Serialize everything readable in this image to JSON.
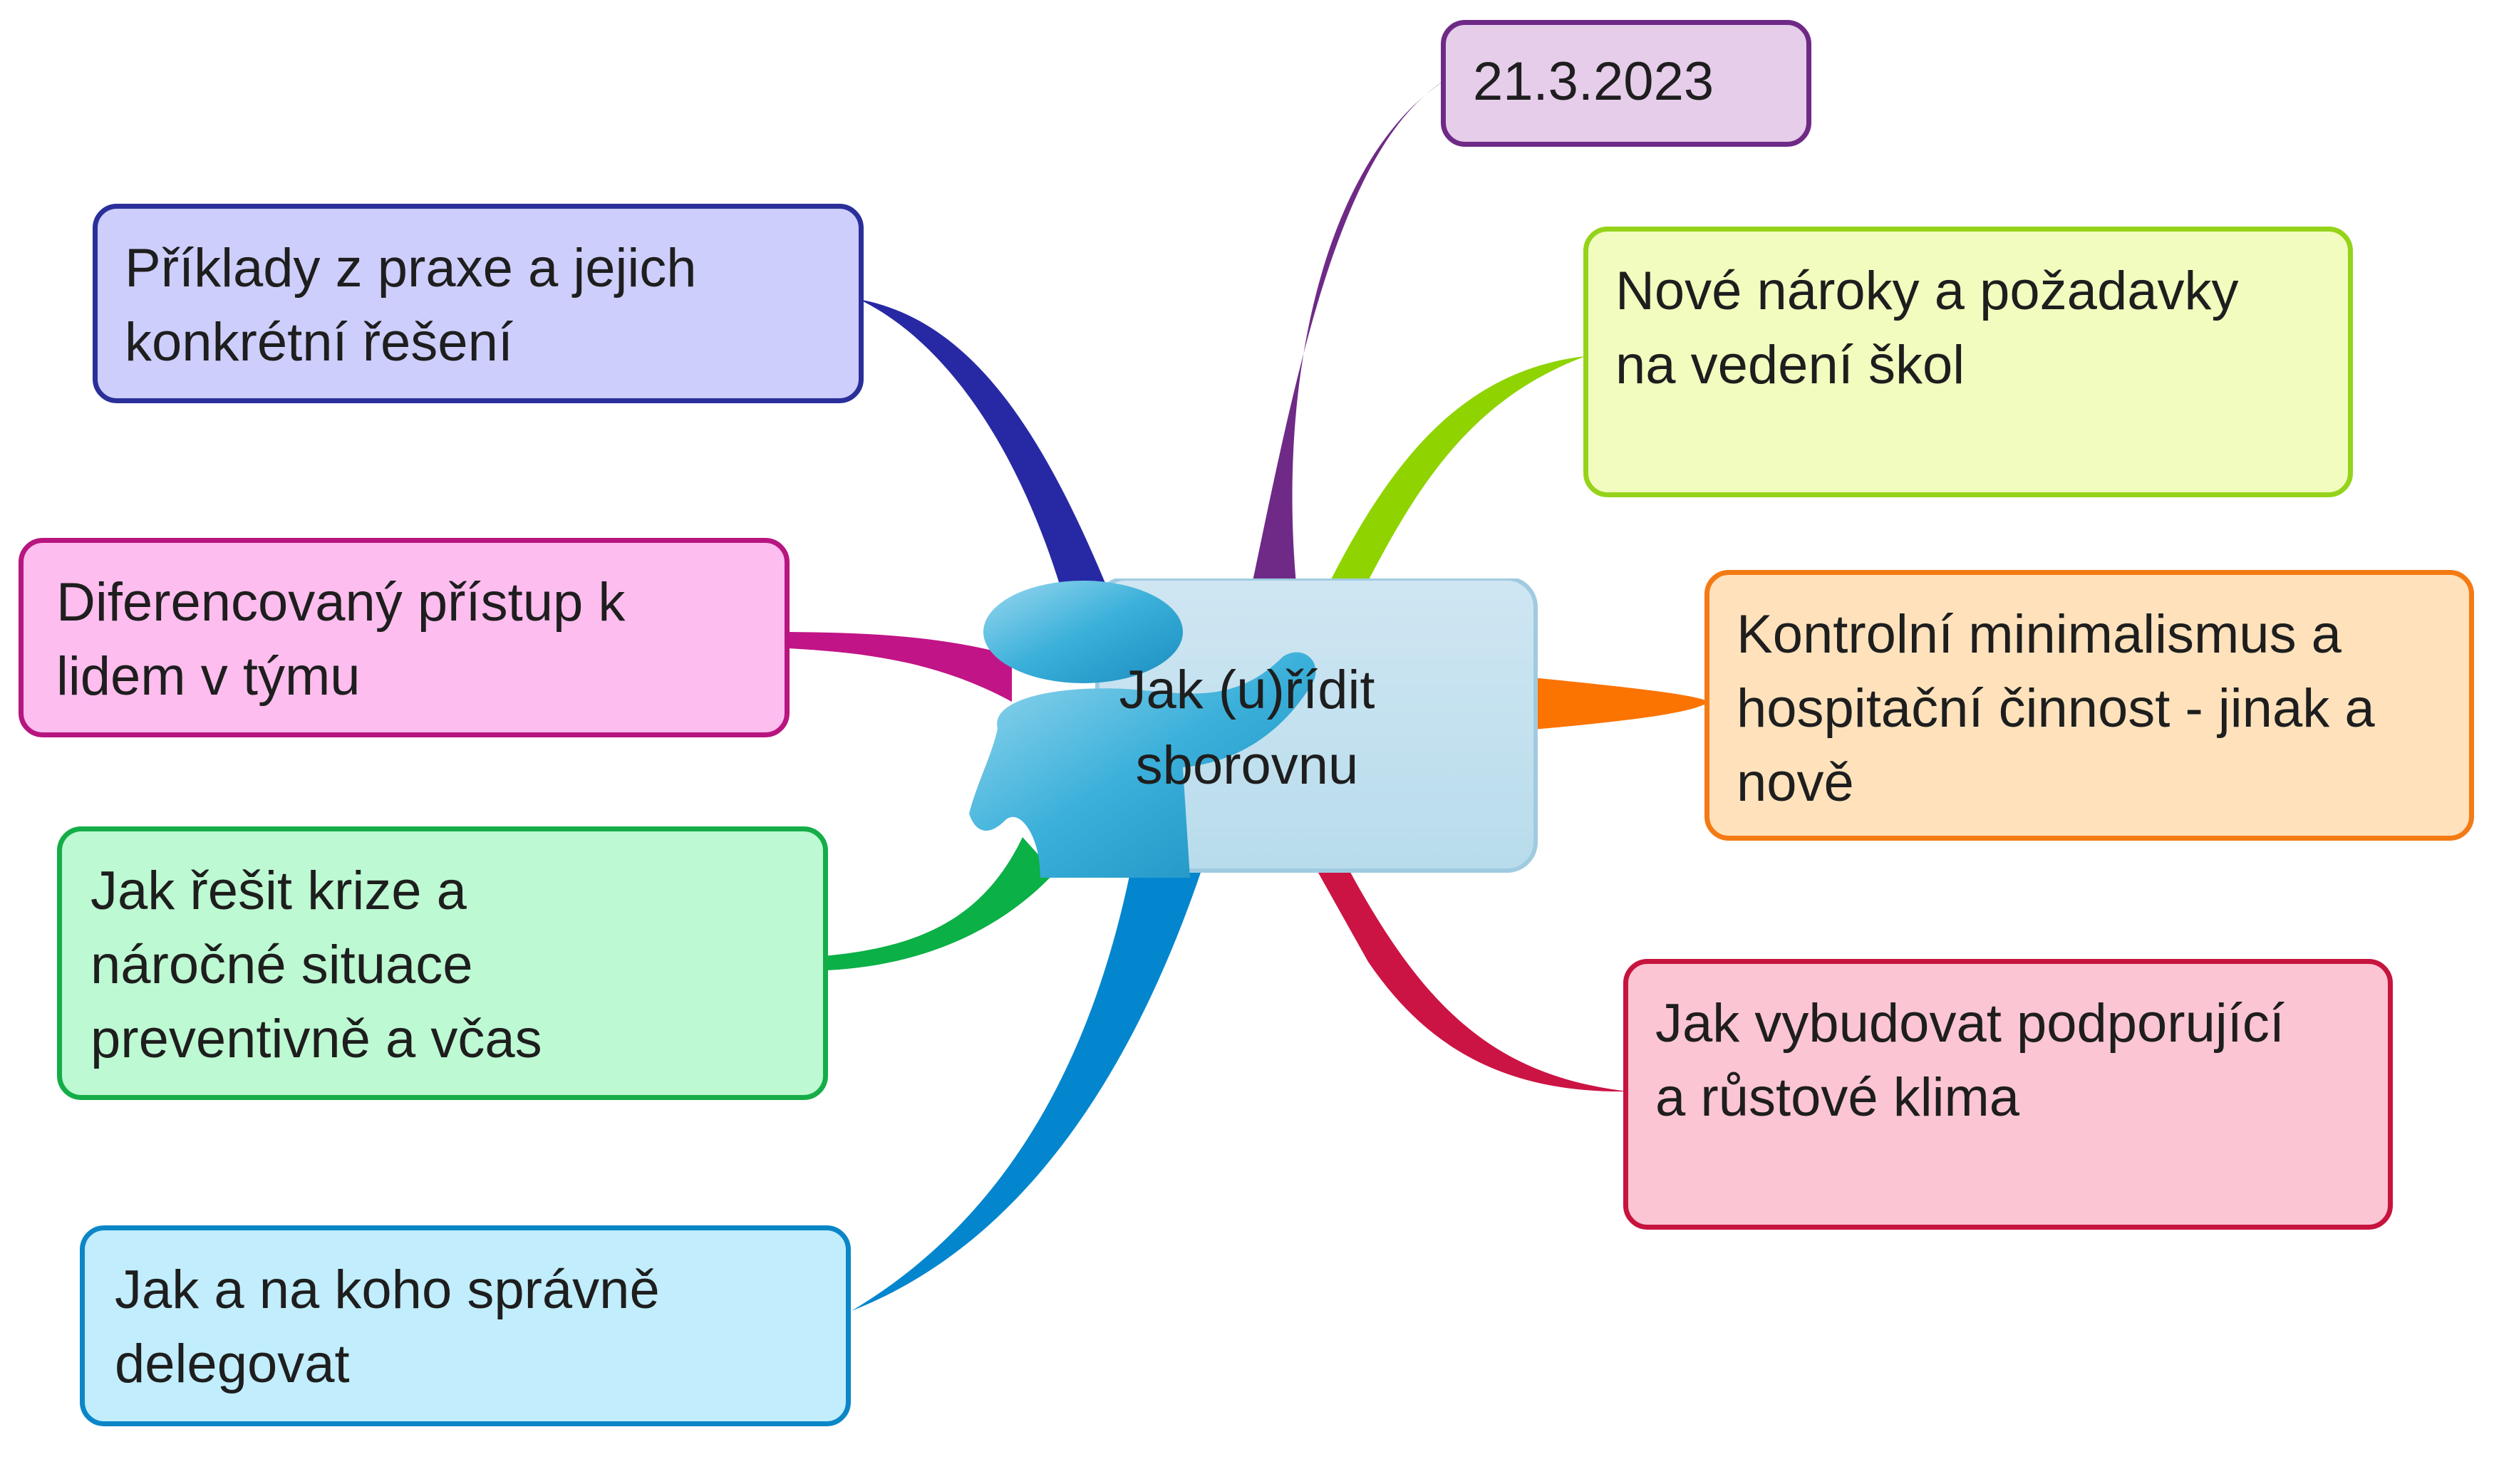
{
  "center": {
    "title": "Jak (u)řídit sborovnu",
    "icon": "presenter-person-icon"
  },
  "topics": [
    {
      "id": "date",
      "text": "21.3.2023",
      "border": "#6e2a86",
      "fill": "#e6cdea",
      "branch": "#6e2a86"
    },
    {
      "id": "requirements",
      "text": "Nové nároky a požadavky na vedení škol",
      "border": "#95d31a",
      "fill": "#f2fcbe",
      "branch": "#8fd300"
    },
    {
      "id": "control",
      "text": "Kontrolní minimalismus a hospitační činnost - jinak a nově",
      "border": "#f47a14",
      "fill": "#ffe2bc",
      "branch": "#fb7300"
    },
    {
      "id": "climate",
      "text": "Jak vybudovat podporující a růstové klima",
      "border": "#c7143e",
      "fill": "#fcc5d3",
      "branch": "#cb1444"
    },
    {
      "id": "examples",
      "text": "Příklady z praxe a jejich konkrétní řešení",
      "border": "#2a2f9a",
      "fill": "#cdcefb",
      "branch": "#2729a4"
    },
    {
      "id": "differentiated",
      "text": "Diferencovaný přístup k lidem v týmu",
      "border": "#b7157f",
      "fill": "#fdbdee",
      "branch": "#c11486"
    },
    {
      "id": "crises",
      "text": "Jak řešit krize a náročné situace preventivně a včas",
      "border": "#14ad48",
      "fill": "#bdf9d2",
      "branch": "#0bb046"
    },
    {
      "id": "delegate",
      "text": "Jak a na koho správně delegovat",
      "border": "#0b86c7",
      "fill": "#c1edfd",
      "branch": "#0486cf"
    }
  ]
}
